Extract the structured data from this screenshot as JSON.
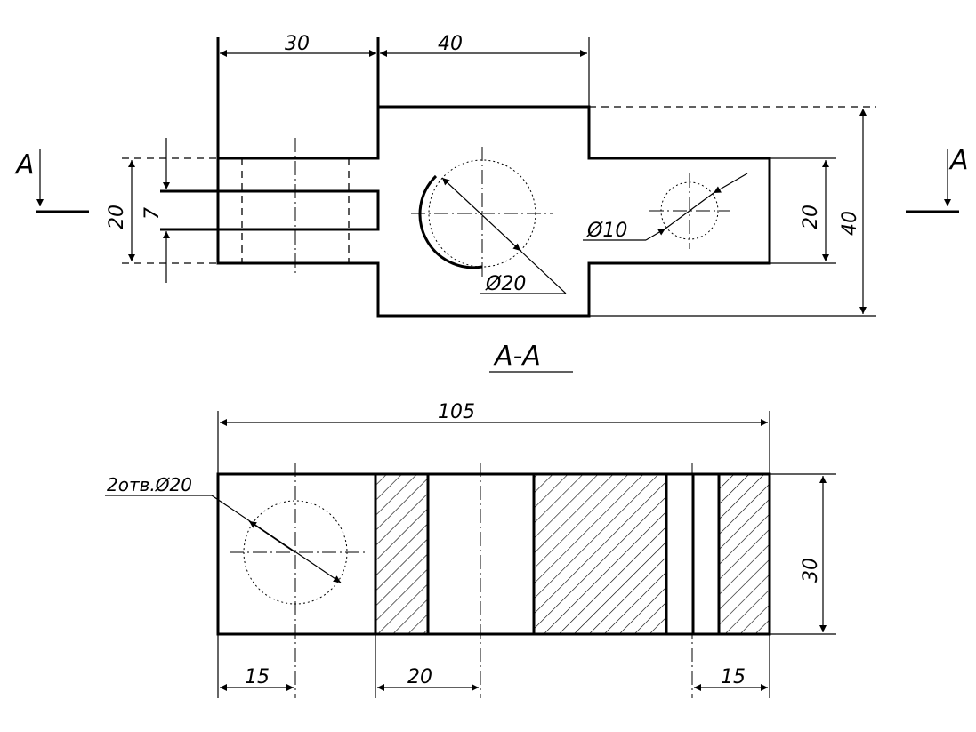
{
  "drawing": {
    "section_marks": {
      "left": "A",
      "right": "A"
    },
    "section_title": "A-A",
    "top_view": {
      "dim_top_left": "30",
      "dim_top_right": "40",
      "dim_left_outer": "20",
      "dim_left_slot": "7",
      "dim_right_inner": "20",
      "dim_right_outer": "40",
      "dia_large": "Ø20",
      "dia_small": "Ø10"
    },
    "section_view": {
      "dim_overall": "105",
      "dim_height": "30",
      "dim_left": "15",
      "dim_middle": "20",
      "dim_right": "15",
      "holes_note": "2отв.Ø20"
    }
  }
}
